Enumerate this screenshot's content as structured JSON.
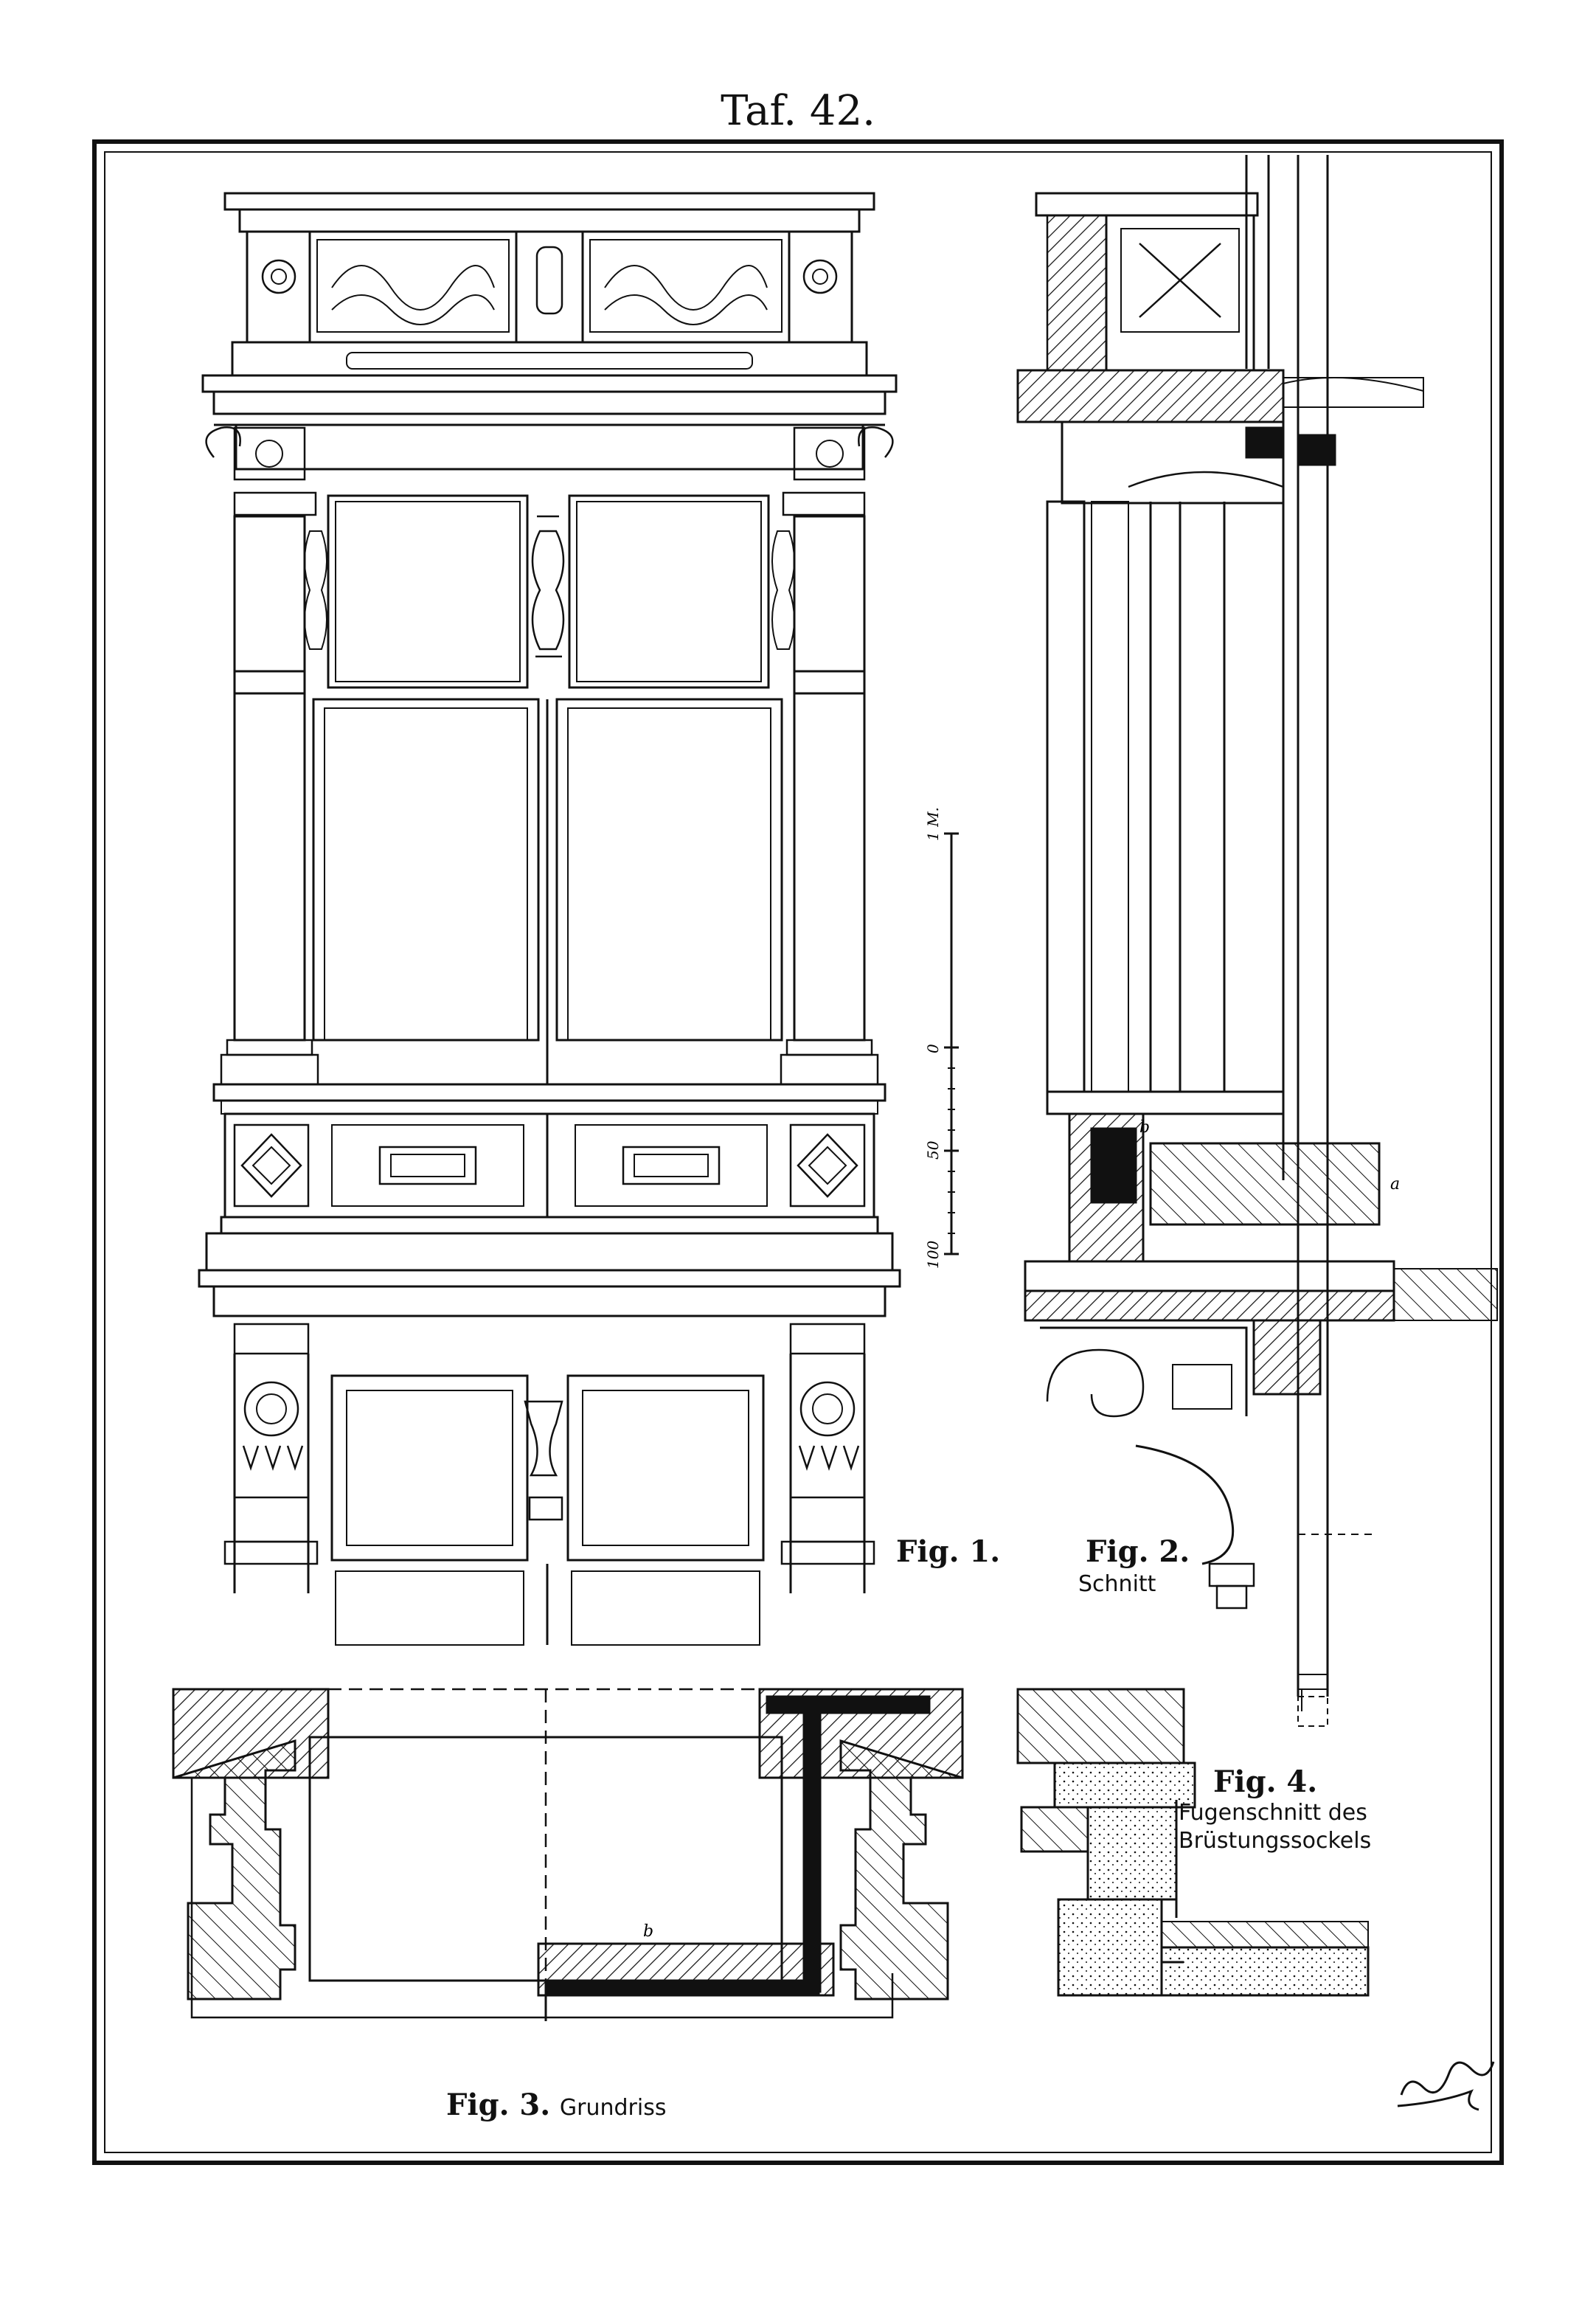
{
  "plate": {
    "title": "Taf. 42."
  },
  "figures": {
    "fig1": {
      "label": "Fig. 1."
    },
    "fig2": {
      "label": "Fig. 2.",
      "subtitle": "Schnitt",
      "marks": [
        "a",
        "b"
      ]
    },
    "fig3": {
      "label": "Fig. 3.",
      "subtitle": "Grundriss",
      "marks": [
        "b"
      ]
    },
    "fig4": {
      "label": "Fig. 4.",
      "subtitle_line1": "Fugenschnitt des",
      "subtitle_line2": "Brüstungssockels"
    }
  },
  "scale_bar": {
    "labels": [
      "1 M.",
      "0",
      "50",
      "100"
    ]
  },
  "signature": {
    "text": "Werth"
  },
  "colors": {
    "ink": "#111111",
    "paper": "#ffffff"
  }
}
